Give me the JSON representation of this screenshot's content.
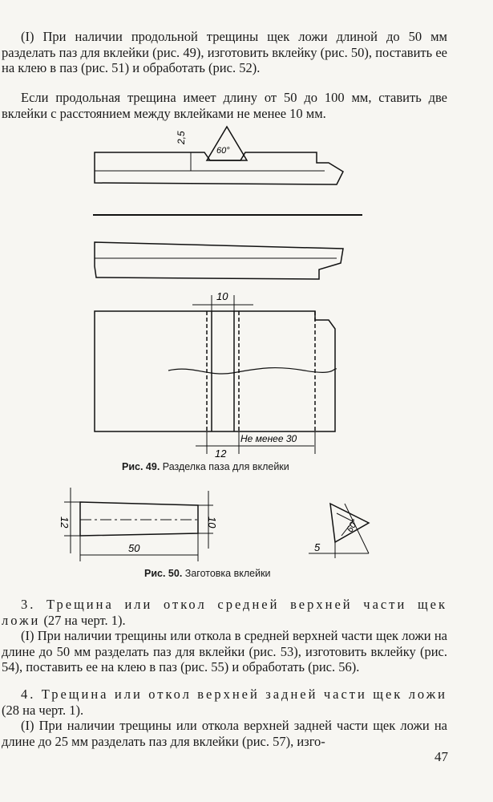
{
  "page": {
    "paragraphs": {
      "p1": "(I) При наличии продольной трещины щек ложи длиной до 50 мм разделать паз для вклейки (рис. 49), изготовить вклейку (рис. 50), поставить ее на клею в паз (рис. 51) и обработать (рис. 52).",
      "p2": "Если продольная трещина имеет длину от 50 до 100 мм, ставить две вклейки с расстоянием между вклейками не менее 10 мм.",
      "p3_title": "3. Трещина или откол средней верхней части щек ложи",
      "p3_ref": "(27 на черт. 1).",
      "p4": "(I) При наличии трещины или откола в средней верхней части щек ложи на длине до 50 мм разделать паз для вклейки (рис. 53), изготовить вклейку (рис. 54), поставить ее на клею в паз (рис. 55) и обработать (рис. 56).",
      "p5_title": "4. Трещина или откол верхней задней части щек ложи",
      "p5_ref": "(28 на черт. 1).",
      "p6": "(I) При наличии трещины или откола верхней задней части щек ложи на длине до 25 мм разделать паз для вклейки (рис. 57), изго-"
    },
    "figure49": {
      "caption_label": "Рис. 49.",
      "caption_text": "Разделка паза для вклейки",
      "dim_depth": "2,5",
      "dim_angle": "60°",
      "dim_width_top": "10",
      "dim_width_bottom": "12",
      "dim_min": "Не менее 30"
    },
    "figure50": {
      "caption_label": "Рис. 50.",
      "caption_text": "Заготовка вклейки",
      "dim_left": "12",
      "dim_right": "10",
      "dim_length": "50",
      "dim_angle": "60°",
      "dim_side": "5"
    },
    "page_number": "47"
  }
}
